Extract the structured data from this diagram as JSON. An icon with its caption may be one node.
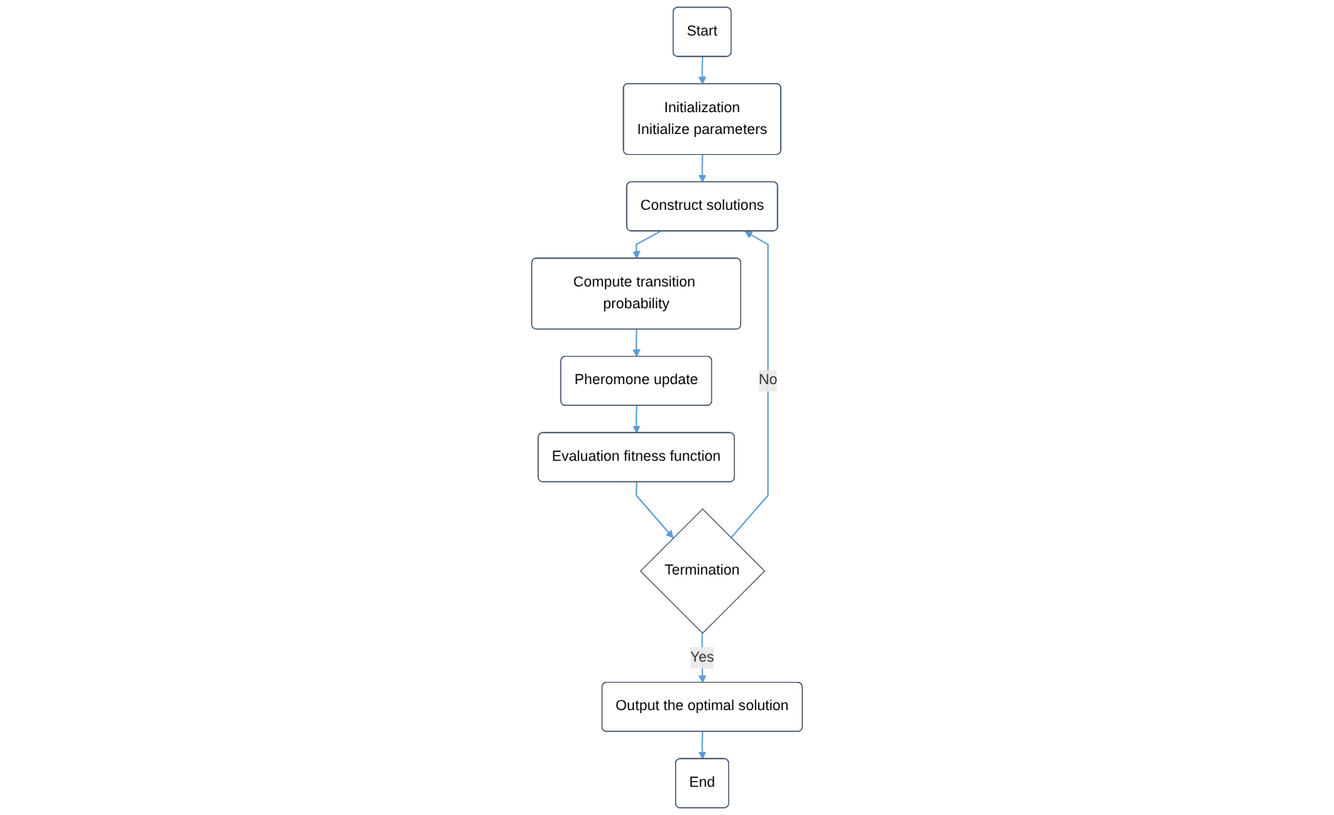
{
  "diagram": {
    "nodes": [
      {
        "text": [
          "Start"
        ]
      },
      {
        "text": [
          "Initialization",
          "Initialize parameters"
        ]
      },
      {
        "text": [
          "Construct solutions"
        ]
      },
      {
        "text": [
          "Compute transition probability"
        ]
      },
      {
        "text": [
          "Pheromone update"
        ]
      },
      {
        "text": [
          "Evaluation fitness function"
        ]
      },
      {
        "text": [
          "Termination"
        ]
      },
      {
        "text": [
          "Output the optimal solution"
        ]
      },
      {
        "text": [
          "End"
        ]
      }
    ],
    "edges": [
      {
        "from": 0,
        "to": 1,
        "arrow": "to"
      },
      {
        "from": 1,
        "to": 2,
        "arrow": "to"
      },
      {
        "from": 2,
        "to": 3,
        "arrow": "to"
      },
      {
        "from": 3,
        "to": 4,
        "arrow": "to"
      },
      {
        "from": 4,
        "to": 5,
        "arrow": "to"
      },
      {
        "from": 5,
        "to": 6,
        "arrow": "to"
      },
      {
        "from": 6,
        "to": 2,
        "label": "No",
        "arrow": "to"
      },
      {
        "from": 6,
        "to": 7,
        "label": "Yes",
        "arrow": "to"
      },
      {
        "from": 7,
        "to": 8,
        "arrow": "to"
      }
    ]
  }
}
